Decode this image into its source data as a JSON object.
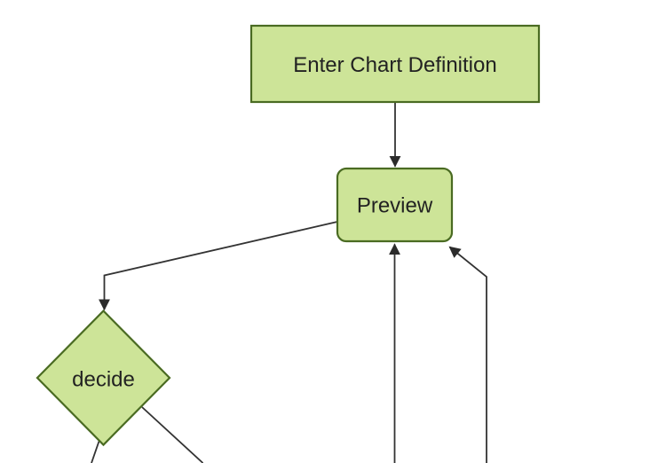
{
  "diagram": {
    "type": "flowchart",
    "nodes": {
      "enter": {
        "label": "Enter Chart Definition",
        "shape": "rectangle"
      },
      "preview": {
        "label": "Preview",
        "shape": "rounded-rectangle"
      },
      "decide": {
        "label": "decide",
        "shape": "diamond"
      }
    },
    "edges": [
      {
        "from": "enter",
        "to": "preview",
        "arrow": true
      },
      {
        "from": "preview",
        "to": "decide",
        "arrow": true
      },
      {
        "from": "offscreen-bottom",
        "to": "preview",
        "arrow": true
      },
      {
        "from": "offscreen-bottom-right",
        "to": "preview",
        "arrow": true
      },
      {
        "from": "decide",
        "to": "offscreen-bottom-left",
        "arrow": false
      },
      {
        "from": "decide",
        "to": "offscreen-bottom-right",
        "arrow": false
      }
    ],
    "colors": {
      "node_fill": "#cde498",
      "node_border": "#4a6b22",
      "edge_line": "#333333",
      "arrowhead": "#2b2b2b",
      "label_text": "#222222",
      "background": "#ffffff"
    }
  }
}
